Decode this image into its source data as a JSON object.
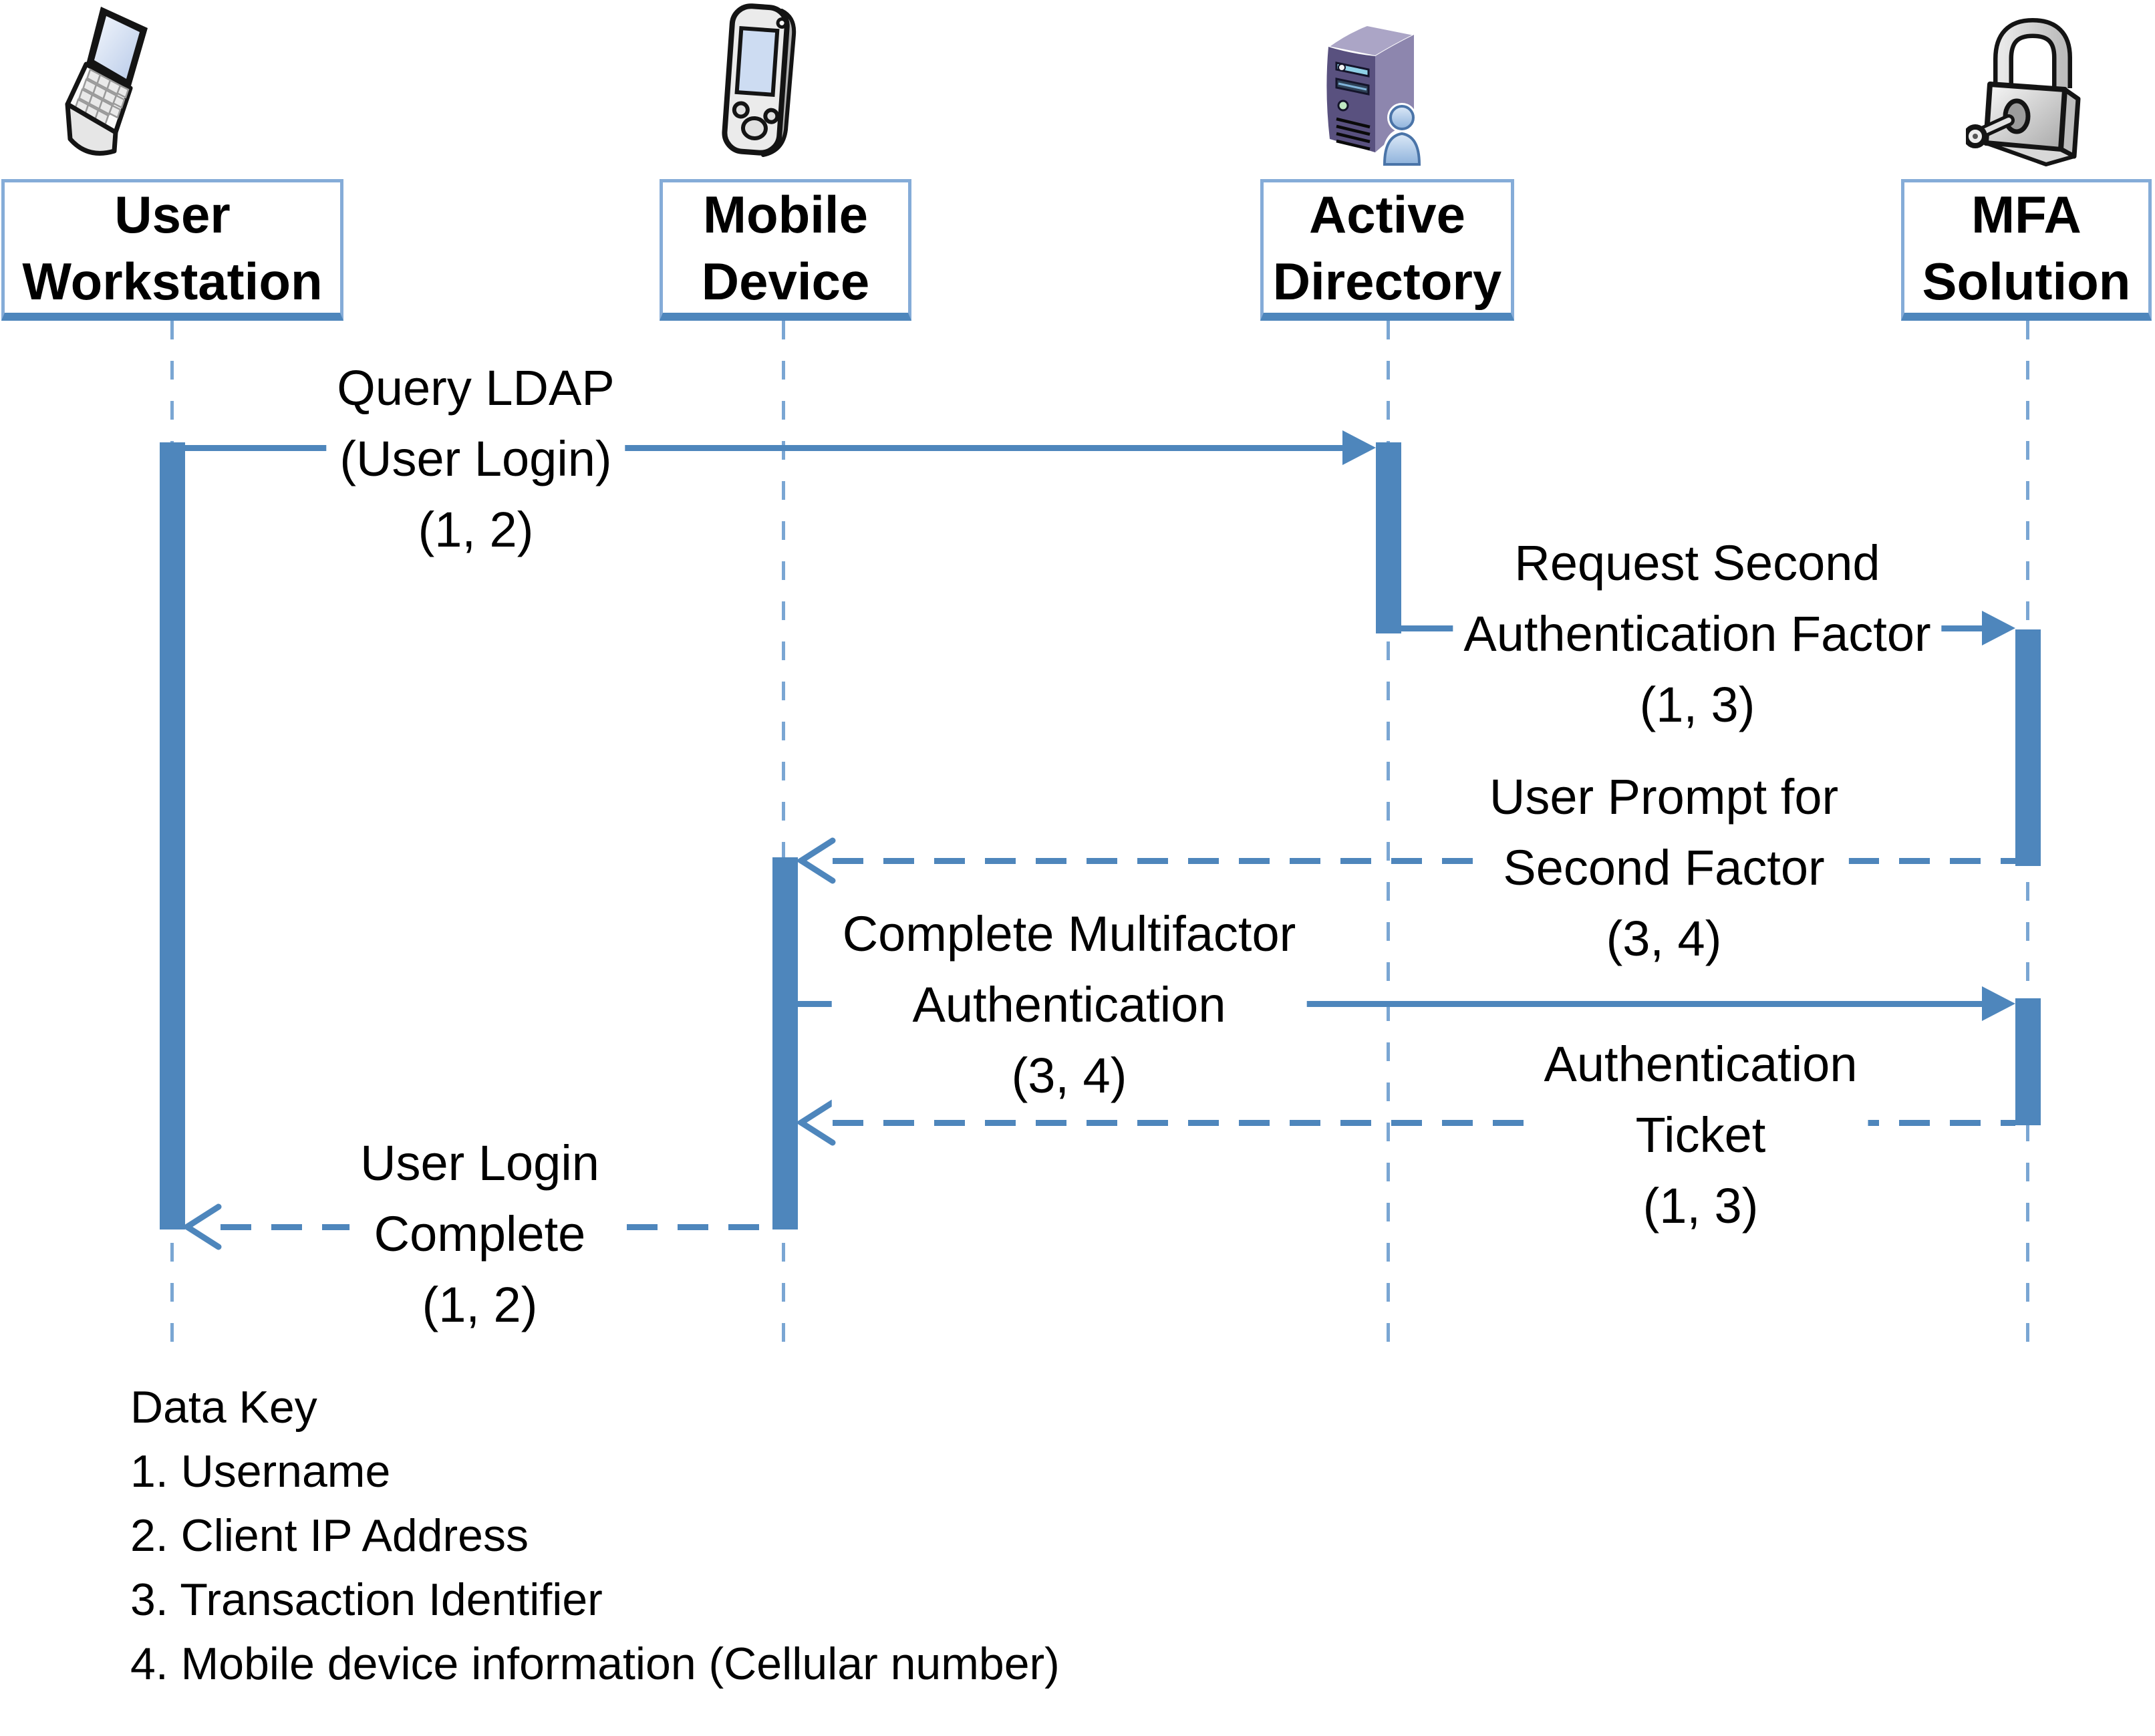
{
  "colors": {
    "accent_blue": "#4e86bc",
    "lifeline_blue": "#7aa6d3",
    "box_border_blue": "#85acd8",
    "server_purple": "#59517f",
    "text": "#000000",
    "background": "#ffffff"
  },
  "actors": [
    {
      "id": "user-workstation",
      "icon": "laptop-icon",
      "lines": [
        "User",
        "Workstation"
      ]
    },
    {
      "id": "mobile-device",
      "icon": "mobile-device-icon",
      "lines": [
        "Mobile",
        "Device"
      ]
    },
    {
      "id": "active-directory",
      "icon": "server-icon",
      "lines": [
        "Active",
        "Directory"
      ]
    },
    {
      "id": "mfa-solution",
      "icon": "padlock-icon",
      "lines": [
        "MFA",
        "Solution"
      ]
    }
  ],
  "messages": [
    {
      "from": "user-workstation",
      "to": "active-directory",
      "line_style": "solid",
      "lines": [
        "Query LDAP",
        "(User Login)",
        "(1, 2)"
      ]
    },
    {
      "from": "active-directory",
      "to": "mfa-solution",
      "line_style": "solid",
      "lines": [
        "Request Second",
        "Authentication Factor",
        "(1, 3)"
      ]
    },
    {
      "from": "mfa-solution",
      "to": "mobile-device",
      "line_style": "dashed",
      "lines": [
        "User Prompt for",
        "Second Factor",
        "(3, 4)"
      ]
    },
    {
      "from": "mobile-device",
      "to": "mfa-solution",
      "line_style": "solid",
      "lines": [
        "Complete Multifactor",
        "Authentication",
        "(3, 4)"
      ]
    },
    {
      "from": "mfa-solution",
      "to": "mobile-device",
      "line_style": "dashed",
      "lines": [
        "Authentication",
        "Ticket",
        "(1, 3)"
      ]
    },
    {
      "from": "mobile-device",
      "to": "user-workstation",
      "line_style": "dashed",
      "lines": [
        "User Login",
        "Complete",
        "(1, 2)"
      ]
    }
  ],
  "data_key": {
    "title": "Data Key",
    "items": [
      "1. Username",
      "2. Client IP Address",
      "3. Transaction Identifier",
      "4. Mobile device information (Cellular number)"
    ]
  }
}
